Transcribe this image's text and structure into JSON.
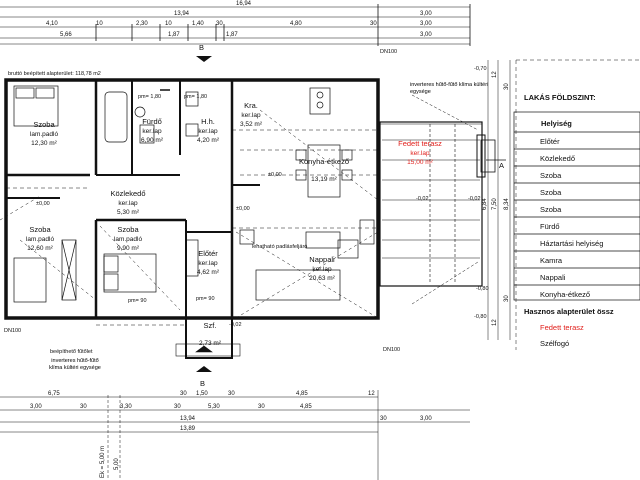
{
  "dims_top": {
    "total": "16,94",
    "row1": [
      "13,94",
      "3,00"
    ],
    "row2": [
      "4,10",
      "10",
      "2,30",
      "10",
      "1,40",
      "30",
      "4,80",
      "30",
      "3,00"
    ],
    "row3": [
      "5,66",
      "1,87",
      "1,87",
      "3,00"
    ]
  },
  "dims_bottom": {
    "row1": [
      "6,75",
      "30",
      "1,50",
      "30",
      "4,85",
      "12"
    ],
    "row2": [
      "3,00",
      "30",
      "3,30",
      "30",
      "5,30",
      "30",
      "4,85"
    ],
    "row3": [
      "13,94",
      "30",
      "3,00"
    ],
    "row4": "13,89",
    "ek": "Ek = 5,00 m",
    "v500": "5,00"
  },
  "dims_right": [
    "6,84",
    "7,50",
    "8,34",
    "12",
    "30",
    "30",
    "12"
  ],
  "section_marks": {
    "b": "B",
    "a": "A"
  },
  "labels": {
    "brutto": "bruttó beépített alapterület: 118,78 m2",
    "dn_top": "DN100",
    "dn_left": "DN100",
    "dn_right": "DN100",
    "klima_top": "inverteres hűtő-fűtő klíma kültéri egysége",
    "klima_bottom_title": "beépíthető fűtőlet",
    "klima_bottom": "inverteres hűtő-fűtő klíma kültéri egysége",
    "lehat": "lehatható padlásfeljáró",
    "lvl_070": "-0,70",
    "lvl_080": "-0,80",
    "lvl_080b": "-0,80",
    "lvl_002": "-0,02",
    "lvl_002b": "-0,02",
    "lvl_002c": "-0,02",
    "lvl_000a": "±0,00",
    "lvl_000b": "±0,00",
    "lvl_000c": "±0,00",
    "pm90a": "pm= 90",
    "pm90b": "pm= 90",
    "pm180a": "pm= 1,80",
    "pm180b": "pm= 1,80"
  },
  "rooms": [
    {
      "name": "Szoba",
      "floor": "lam.padló",
      "area": "12,30 m²"
    },
    {
      "name": "Fürdő",
      "floor": "ker.lap",
      "area": "6,90 m²"
    },
    {
      "name": "H.h.",
      "floor": "ker.lap",
      "area": "4,20 m²"
    },
    {
      "name": "Kra.",
      "floor": "ker.lap",
      "area": "3,52 m²"
    },
    {
      "name": "Konyha-étkező",
      "floor": "",
      "area": "13,19 m²"
    },
    {
      "name": "Fedett terasz",
      "floor": "ker.lap",
      "area": "15,00 m²"
    },
    {
      "name": "Közlekedő",
      "floor": "ker.lap",
      "area": "5,30 m²"
    },
    {
      "name": "Szoba",
      "floor": "lam.padló",
      "area": "12,60 m²"
    },
    {
      "name": "Szoba",
      "floor": "lam.padló",
      "area": "9,90 m²"
    },
    {
      "name": "Előtér",
      "floor": "ker.lap",
      "area": "4,62 m²"
    },
    {
      "name": "Nappali",
      "floor": "ker.lap",
      "area": "20,63 m²"
    },
    {
      "name": "Szf.",
      "floor": "",
      "area": "2,73 m²"
    }
  ],
  "schedule": {
    "title": "LAKÁS FÖLDSZINT:",
    "header": "Helyiség",
    "rows": [
      "Előtér",
      "Közlekedő",
      "Szoba",
      "Szoba",
      "Szoba",
      "Fürdő",
      "Háztartási helyiség",
      "Kamra",
      "Nappali",
      "Konyha-étkező"
    ],
    "total": "Hasznos alapterület össz",
    "extra": [
      "Fedett terasz",
      "Szélfogó"
    ]
  },
  "colors": {
    "accent": "#e0201c",
    "ink": "#111111"
  }
}
